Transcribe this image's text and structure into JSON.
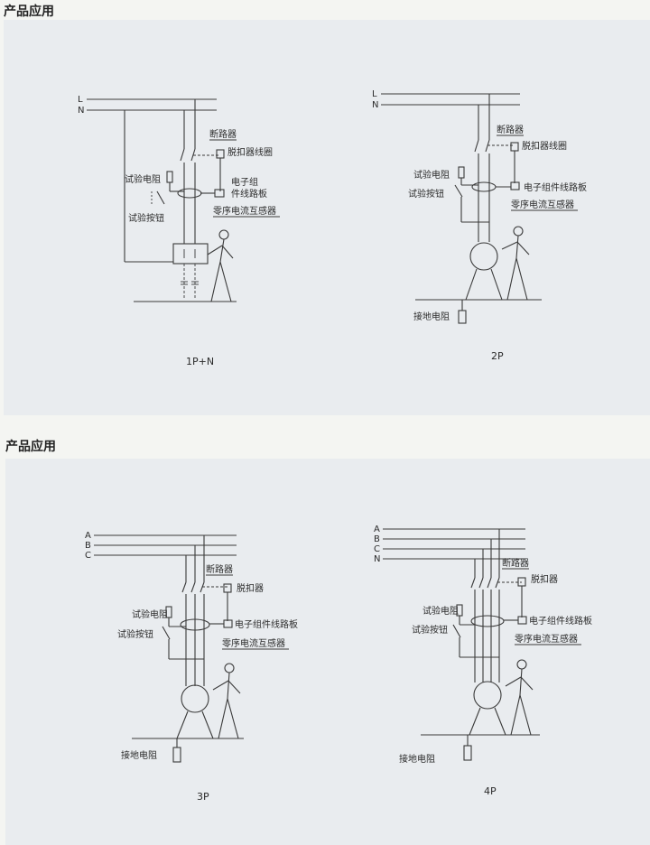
{
  "sections": [
    {
      "title": "产品应用"
    },
    {
      "title": "产品应用"
    }
  ],
  "diagram_1p_n": {
    "lines": [
      "L",
      "N"
    ],
    "labels": {
      "breaker": "断路器",
      "trip_coil": "脱扣器线圈",
      "board_line1": "电子组",
      "board_line2": "件线路板",
      "test_resistor": "试验电阻",
      "test_button": "试验按钮",
      "ct": "零序电流互感器"
    },
    "caption": "1P+N"
  },
  "diagram_2p": {
    "lines": [
      "L",
      "N"
    ],
    "labels": {
      "breaker": "断路器",
      "trip_coil": "脱扣器线圈",
      "test_resistor": "试验电阻",
      "board": "电子组件线路板",
      "test_button": "试验按钮",
      "ct": "零序电流互感器",
      "ground_resistor": "接地电阻"
    },
    "caption": "2P"
  },
  "diagram_3p": {
    "lines": [
      "A",
      "B",
      "C"
    ],
    "labels": {
      "breaker": "断路器",
      "trip": "脱扣器",
      "test_resistor": "试验电阻",
      "board": "电子组件线路板",
      "test_button": "试验按钮",
      "ct": "零序电流互感器",
      "ground_resistor": "接地电阻"
    },
    "caption": "3P"
  },
  "diagram_4p": {
    "lines": [
      "A",
      "B",
      "C",
      "N"
    ],
    "labels": {
      "breaker": "断路器",
      "trip": "脱扣器",
      "test_resistor": "试验电阻",
      "board": "电子组件线路板",
      "test_button": "试验按钮",
      "ct": "零序电流互感器",
      "ground_resistor": "接地电阻"
    },
    "caption": "4P"
  }
}
